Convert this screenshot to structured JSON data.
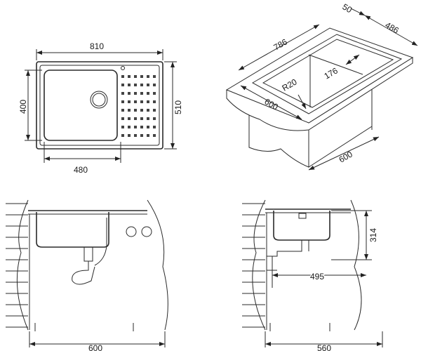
{
  "plan_view": {
    "width_label": "810",
    "bowl_depth_label": "400",
    "depth_label": "510",
    "bowl_width_label": "480"
  },
  "iso_view": {
    "length_label": "786",
    "rim_label": "50",
    "depth_label": "486",
    "drainer_label": "176",
    "radius_label": "R20",
    "front_label": "600",
    "cabinet_label": "600"
  },
  "front_elevation": {
    "cabinet_width_label": "600"
  },
  "side_elevation": {
    "bowl_height_label": "314",
    "drain_offset_label": "495",
    "cabinet_depth_label": "560"
  }
}
